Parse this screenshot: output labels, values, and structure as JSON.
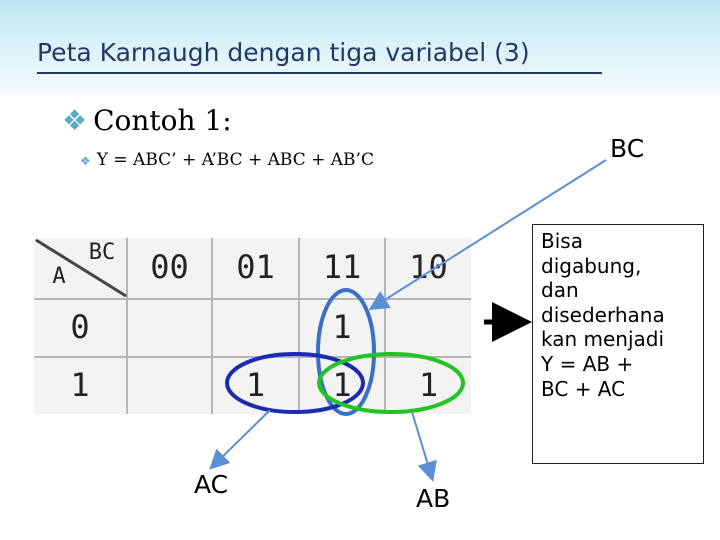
{
  "slide": {
    "title": "Peta Karnaugh dengan tiga variabel (3)",
    "bullet1": "Contoh 1:",
    "bullet2": "Y = ABC’ + A’BC + ABC + AB’C"
  },
  "kmap": {
    "corner_top": "BC",
    "corner_left": "A",
    "col_headers": [
      "00",
      "01",
      "11",
      "10"
    ],
    "row_headers": [
      "0",
      "1"
    ],
    "cells": [
      [
        "",
        "",
        "1",
        ""
      ],
      [
        "",
        "1",
        "1",
        "1"
      ]
    ]
  },
  "labels": {
    "bc": "BC",
    "ac": "AC",
    "ab": "AB"
  },
  "note": {
    "lines": [
      "Bisa",
      "digabung,",
      "dan",
      "disederhana",
      "kan menjadi",
      "Y = AB +",
      "BC + AC"
    ]
  },
  "colors": {
    "title": "#1f3a63",
    "bullet": "#5aa9c9",
    "group_ac": "#1a2bb3",
    "group_ab": "#22c322",
    "group_bc": "#3a6fc4",
    "pointer_arrow": "#5a8fd6"
  }
}
